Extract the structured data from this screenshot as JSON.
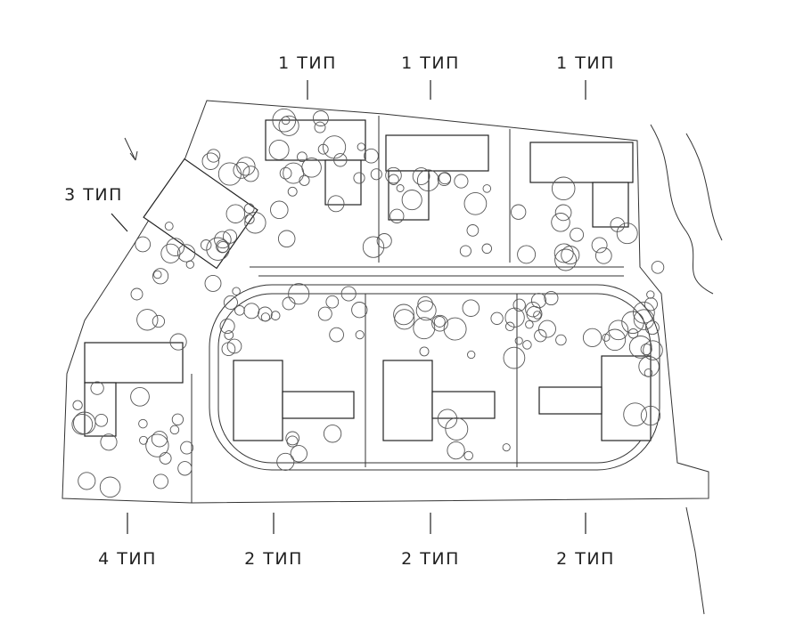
{
  "labels": {
    "top": [
      "1 ТИП",
      "1 ТИП",
      "1 ТИП"
    ],
    "left": "3 ТИП",
    "bottom": [
      "4 ТИП",
      "2 ТИП",
      "2 ТИП",
      "2 ТИП"
    ]
  },
  "colors": {
    "line": "#333333",
    "tree": "#555555",
    "background": "#ffffff"
  }
}
